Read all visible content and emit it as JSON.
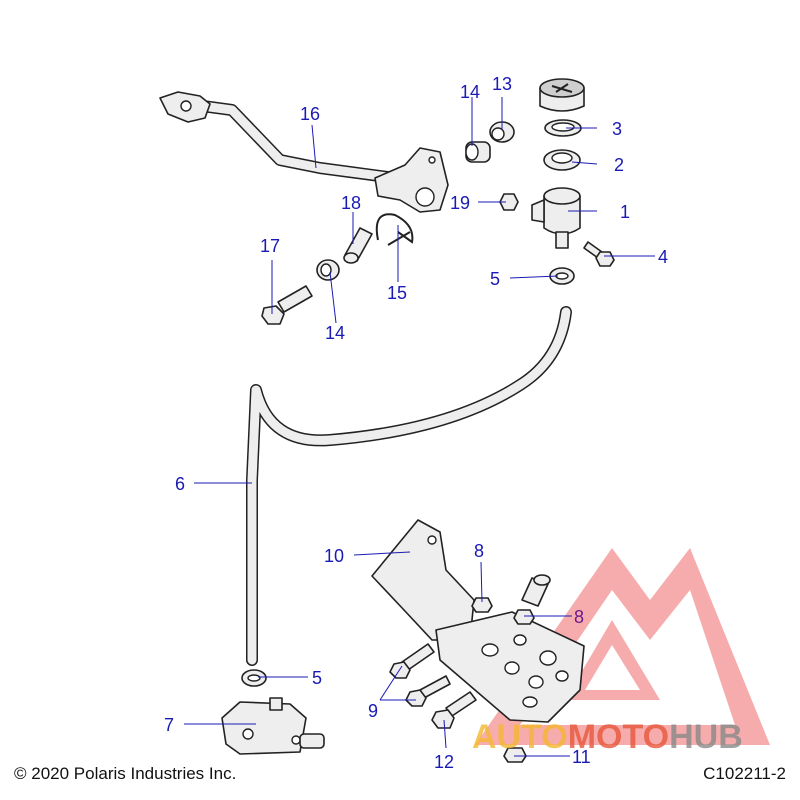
{
  "callouts": {
    "c1": "1",
    "c2": "2",
    "c3": "3",
    "c4": "4",
    "c5a": "5",
    "c5b": "5",
    "c6": "6",
    "c7": "7",
    "c8a": "8",
    "c8b": "8",
    "c9": "9",
    "c10": "10",
    "c11": "11",
    "c12": "12",
    "c13": "13",
    "c14a": "14",
    "c14b": "14",
    "c15": "15",
    "c16": "16",
    "c17": "17",
    "c18": "18",
    "c19": "19"
  },
  "footer": {
    "copyright": "© 2020 Polaris Industries Inc.",
    "figure_id": "C102211-2"
  },
  "watermark": {
    "part1": "AUTO",
    "part2": "MOTO",
    "part3": "HUB",
    "colors": {
      "part1": "#f5b731",
      "part2": "#e8563c",
      "part3": "#8a8a8a",
      "triangle": "#f06a6a"
    }
  },
  "colors": {
    "callout": "#1a1ab4",
    "callout_alt": "#6a1a8a"
  }
}
